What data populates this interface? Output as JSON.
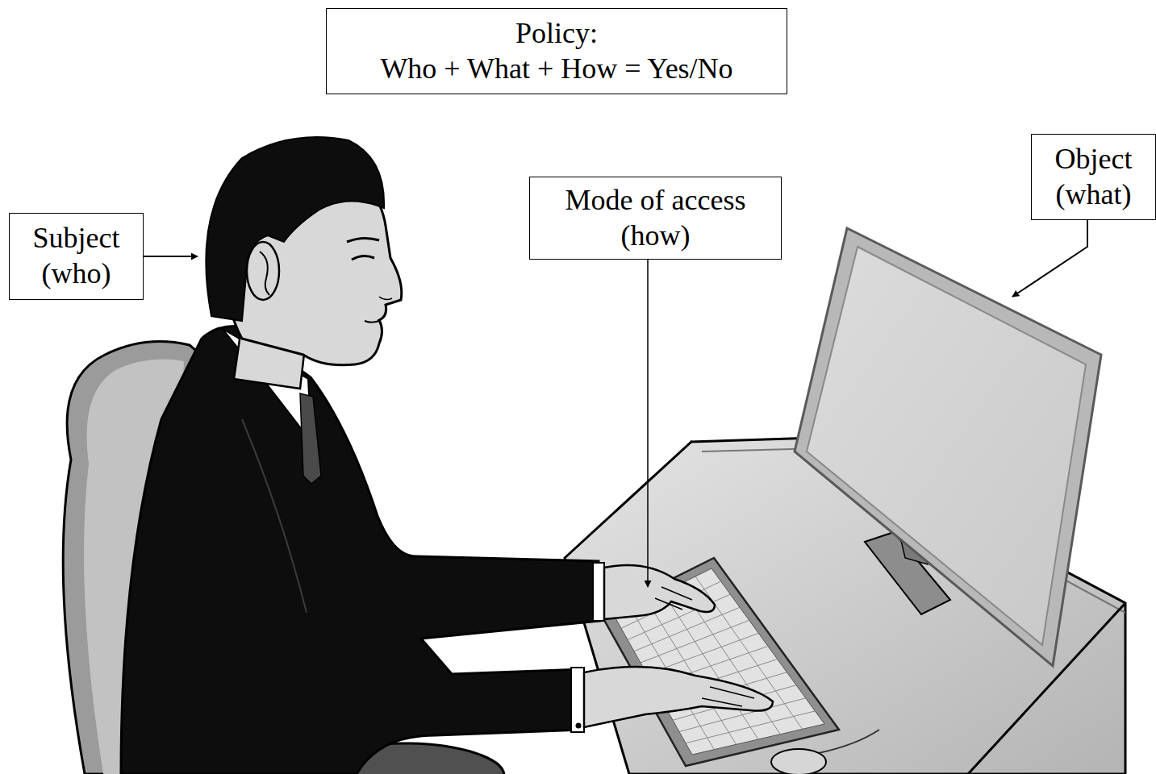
{
  "diagram": {
    "nodes": [
      {
        "text": [
          "Policy:",
          "Who + What + How = Yes/No"
        ]
      },
      {
        "text": [
          "Subject (who)"
        ]
      },
      {
        "text": [
          "Mode of access (how)"
        ]
      },
      {
        "text": [
          "Object (what)"
        ]
      }
    ]
  }
}
